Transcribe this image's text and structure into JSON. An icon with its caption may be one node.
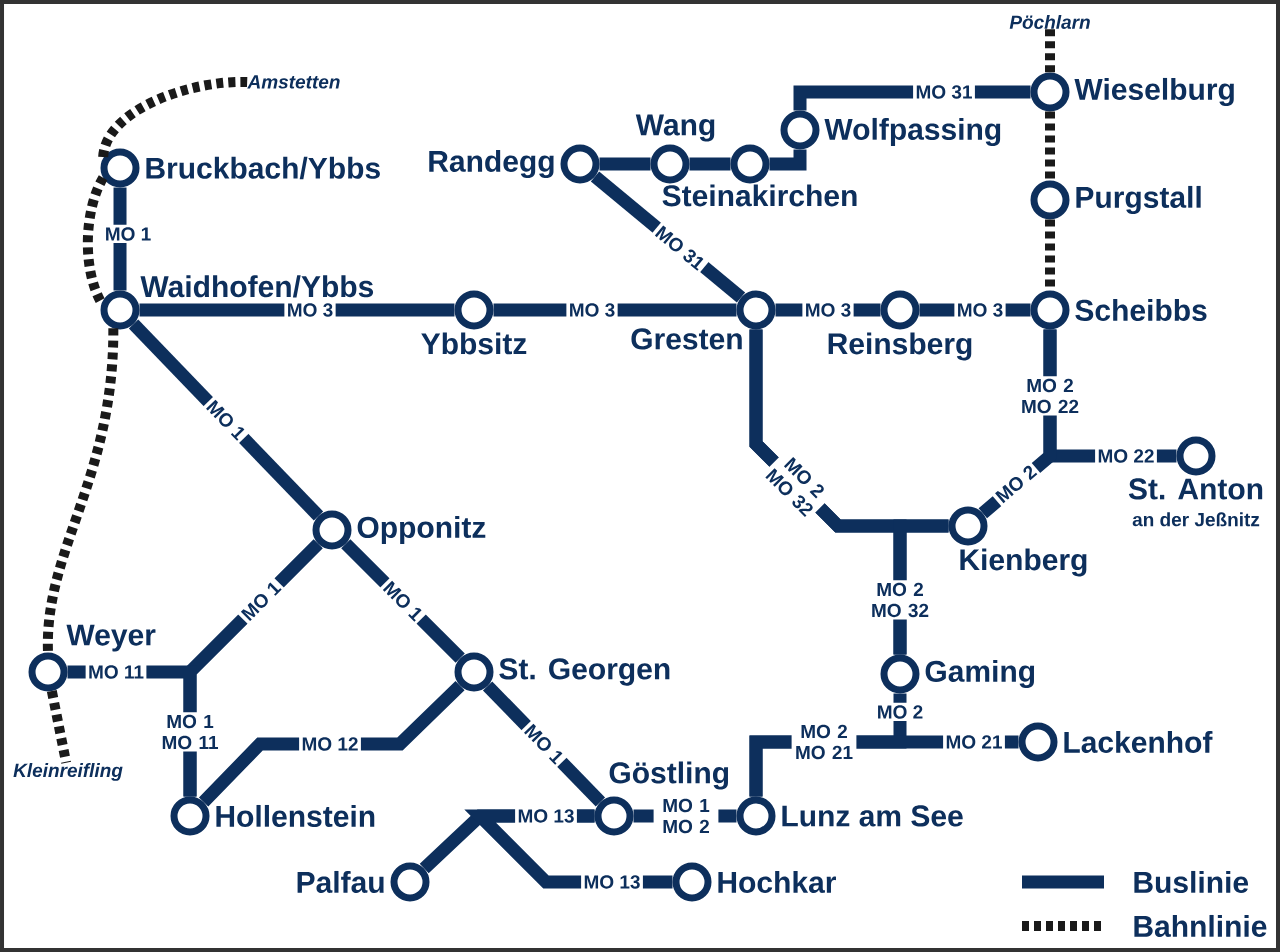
{
  "diagram": {
    "nodes": [
      {
        "text": [
          "Amstetten"
        ]
      },
      {
        "text": [
          "Pöchlarn"
        ]
      },
      {
        "text": [
          "Wieselburg"
        ]
      },
      {
        "text": [
          "Wolfpassing"
        ]
      },
      {
        "text": [
          "Wang"
        ]
      },
      {
        "text": [
          "Randegg"
        ]
      },
      {
        "text": [
          "Steinakirchen"
        ]
      },
      {
        "text": [
          "Bruckbach/Ybbs"
        ]
      },
      {
        "text": [
          "Purgstall"
        ]
      },
      {
        "text": [
          "Waidhofen/Ybbs"
        ]
      },
      {
        "text": [
          "Ybbsitz"
        ]
      },
      {
        "text": [
          "Gresten"
        ]
      },
      {
        "text": [
          "Reinsberg"
        ]
      },
      {
        "text": [
          "Scheibbs"
        ]
      },
      {
        "text": [
          "St. Anton",
          "an der Jeßnitz"
        ]
      },
      {
        "text": [
          "Kienberg"
        ]
      },
      {
        "text": [
          "Opponitz"
        ]
      },
      {
        "text": [
          "Weyer"
        ]
      },
      {
        "text": [
          "St. Georgen"
        ]
      },
      {
        "text": [
          "Gaming"
        ]
      },
      {
        "text": [
          "Lackenhof"
        ]
      },
      {
        "text": [
          "Kleinreifling"
        ]
      },
      {
        "text": [
          "Göstling"
        ]
      },
      {
        "text": [
          "Hollenstein"
        ]
      },
      {
        "text": [
          "Lunz am See"
        ]
      },
      {
        "text": [
          "Palfau"
        ]
      },
      {
        "text": [
          "Hochkar"
        ]
      }
    ],
    "edges": [
      {
        "from": 7,
        "to": 9,
        "arrow": "none",
        "label": "MO 1"
      },
      {
        "from": 9,
        "to": 10,
        "arrow": "none",
        "label": "MO 3"
      },
      {
        "from": 10,
        "to": 11,
        "arrow": "none",
        "label": "MO 3"
      },
      {
        "from": 5,
        "to": 4,
        "arrow": "none"
      },
      {
        "from": 4,
        "to": 6,
        "arrow": "none"
      },
      {
        "from": 6,
        "to": 3,
        "arrow": "none"
      },
      {
        "from": 3,
        "to": 2,
        "arrow": "none",
        "label": "MO 31"
      },
      {
        "from": 5,
        "to": 11,
        "arrow": "none",
        "label": "MO 31"
      },
      {
        "from": 11,
        "to": 12,
        "arrow": "none",
        "label": "MO 3"
      },
      {
        "from": 12,
        "to": 13,
        "arrow": "none",
        "label": "MO 3"
      },
      {
        "from": 13,
        "to": 14,
        "arrow": "none",
        "label": "MO 22"
      },
      {
        "from": 15,
        "to": 13,
        "arrow": "none",
        "label": "MO 2"
      },
      {
        "from": 11,
        "to": 15,
        "arrow": "none"
      },
      {
        "from": 11,
        "to": 19,
        "arrow": "none"
      },
      {
        "from": 15,
        "to": 19,
        "arrow": "none"
      },
      {
        "from": 9,
        "to": 16,
        "arrow": "none",
        "label": "MO 1"
      },
      {
        "from": 16,
        "to": 18,
        "arrow": "none",
        "label": "MO 1"
      },
      {
        "from": 16,
        "to": 23,
        "arrow": "none",
        "label": "MO 1"
      },
      {
        "from": 17,
        "to": 23,
        "arrow": "none",
        "label": "MO 11"
      },
      {
        "from": 23,
        "to": 18,
        "arrow": "none",
        "label": "MO 12"
      },
      {
        "from": 18,
        "to": 22,
        "arrow": "none",
        "label": "MO 1"
      },
      {
        "from": 22,
        "to": 24,
        "arrow": "none",
        "label": "MO 1 MO 2"
      },
      {
        "from": 19,
        "to": 24,
        "arrow": "none",
        "label": "MO 2"
      },
      {
        "from": 24,
        "to": 20,
        "arrow": "none",
        "label": "MO 21"
      },
      {
        "from": 22,
        "to": 25,
        "arrow": "none"
      },
      {
        "from": 22,
        "to": 26,
        "arrow": "none",
        "label": "MO 13"
      },
      {
        "from": 0,
        "to": 7,
        "arrow": "none",
        "style": "dashed",
        "color": "#1a1a1a"
      },
      {
        "from": 7,
        "to": 9,
        "arrow": "none",
        "style": "dashed",
        "color": "#1a1a1a"
      },
      {
        "from": 9,
        "to": 17,
        "arrow": "none",
        "style": "dashed",
        "color": "#1a1a1a"
      },
      {
        "from": 17,
        "to": 21,
        "arrow": "none",
        "style": "dashed",
        "color": "#1a1a1a"
      },
      {
        "from": 1,
        "to": 2,
        "arrow": "none",
        "style": "dashed",
        "color": "#1a1a1a"
      },
      {
        "from": 2,
        "to": 8,
        "arrow": "none",
        "style": "dashed",
        "color": "#1a1a1a"
      },
      {
        "from": 8,
        "to": 13,
        "arrow": "none",
        "style": "dashed",
        "color": "#1a1a1a"
      }
    ],
    "labels": [
      "MO 2 MO 22",
      "MO 2 MO 32",
      "MO 2 MO 32",
      "MO 1 MO 11",
      "MO 2 MO 21",
      "MO 13"
    ],
    "legend": [
      {
        "text": "Buslinie"
      },
      {
        "text": "Bahnlinie"
      }
    ]
  }
}
